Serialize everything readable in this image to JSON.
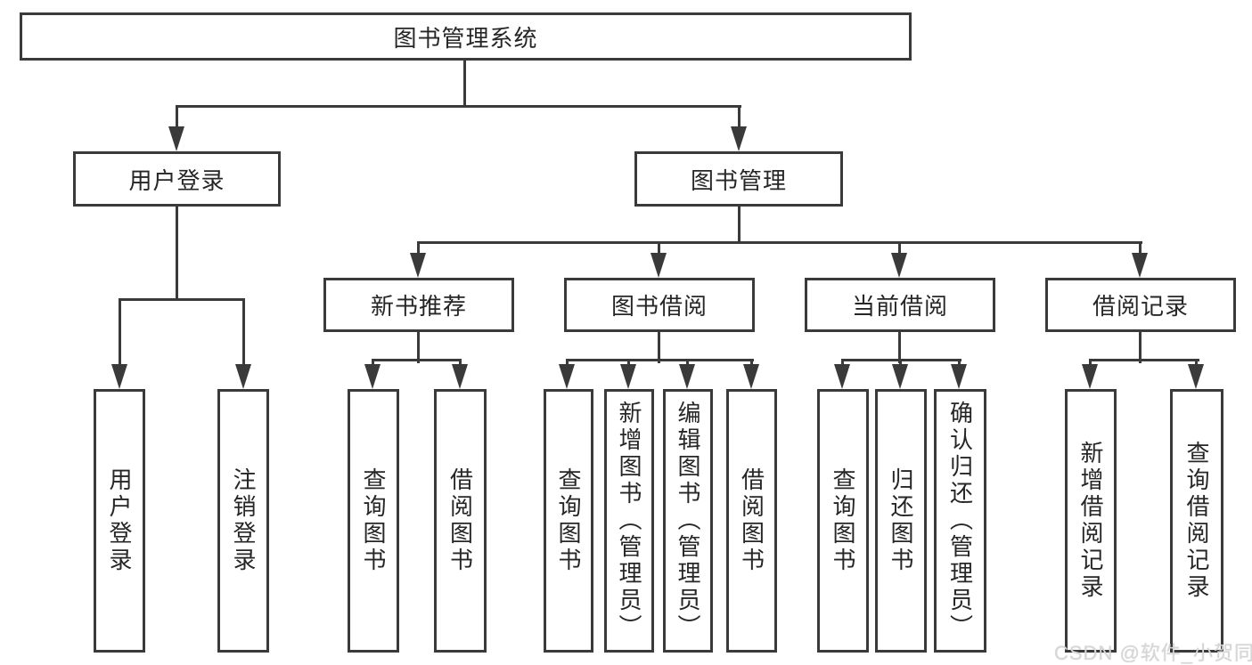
{
  "diagram": {
    "type": "functional-structure-tree",
    "root": {
      "label": "图书管理系统"
    },
    "branches": {
      "user_login": {
        "label": "用户登录",
        "children": {
          "login": {
            "label": "用户登录"
          },
          "logout": {
            "label": "注销登录"
          }
        }
      },
      "book_mgmt": {
        "label": "图书管理",
        "sections": {
          "new_book": {
            "label": "新书推荐",
            "children": {
              "query": {
                "label": "查询图书"
              },
              "borrow": {
                "label": "借阅图书"
              }
            }
          },
          "borrowing": {
            "label": "图书借阅",
            "children": {
              "query": {
                "label": "查询图书"
              },
              "add": {
                "label": "新增图书（管理员）"
              },
              "edit": {
                "label": "编辑图书（管理员）"
              },
              "borrow": {
                "label": "借阅图书"
              }
            }
          },
          "current": {
            "label": "当前借阅",
            "children": {
              "query": {
                "label": "查询图书"
              },
              "return": {
                "label": "归还图书"
              },
              "confirm": {
                "label": "确认归还（管理员）"
              }
            }
          },
          "records": {
            "label": "借阅记录",
            "children": {
              "add": {
                "label": "新增借阅记录"
              },
              "query": {
                "label": "查询借阅记录"
              }
            }
          }
        }
      }
    },
    "watermark": "CSDN @软件_小贺同学",
    "colors": {
      "line": "#3a3a3a",
      "text": "#262626",
      "watermark": "#d6d6d6",
      "background": "#ffffff"
    }
  }
}
